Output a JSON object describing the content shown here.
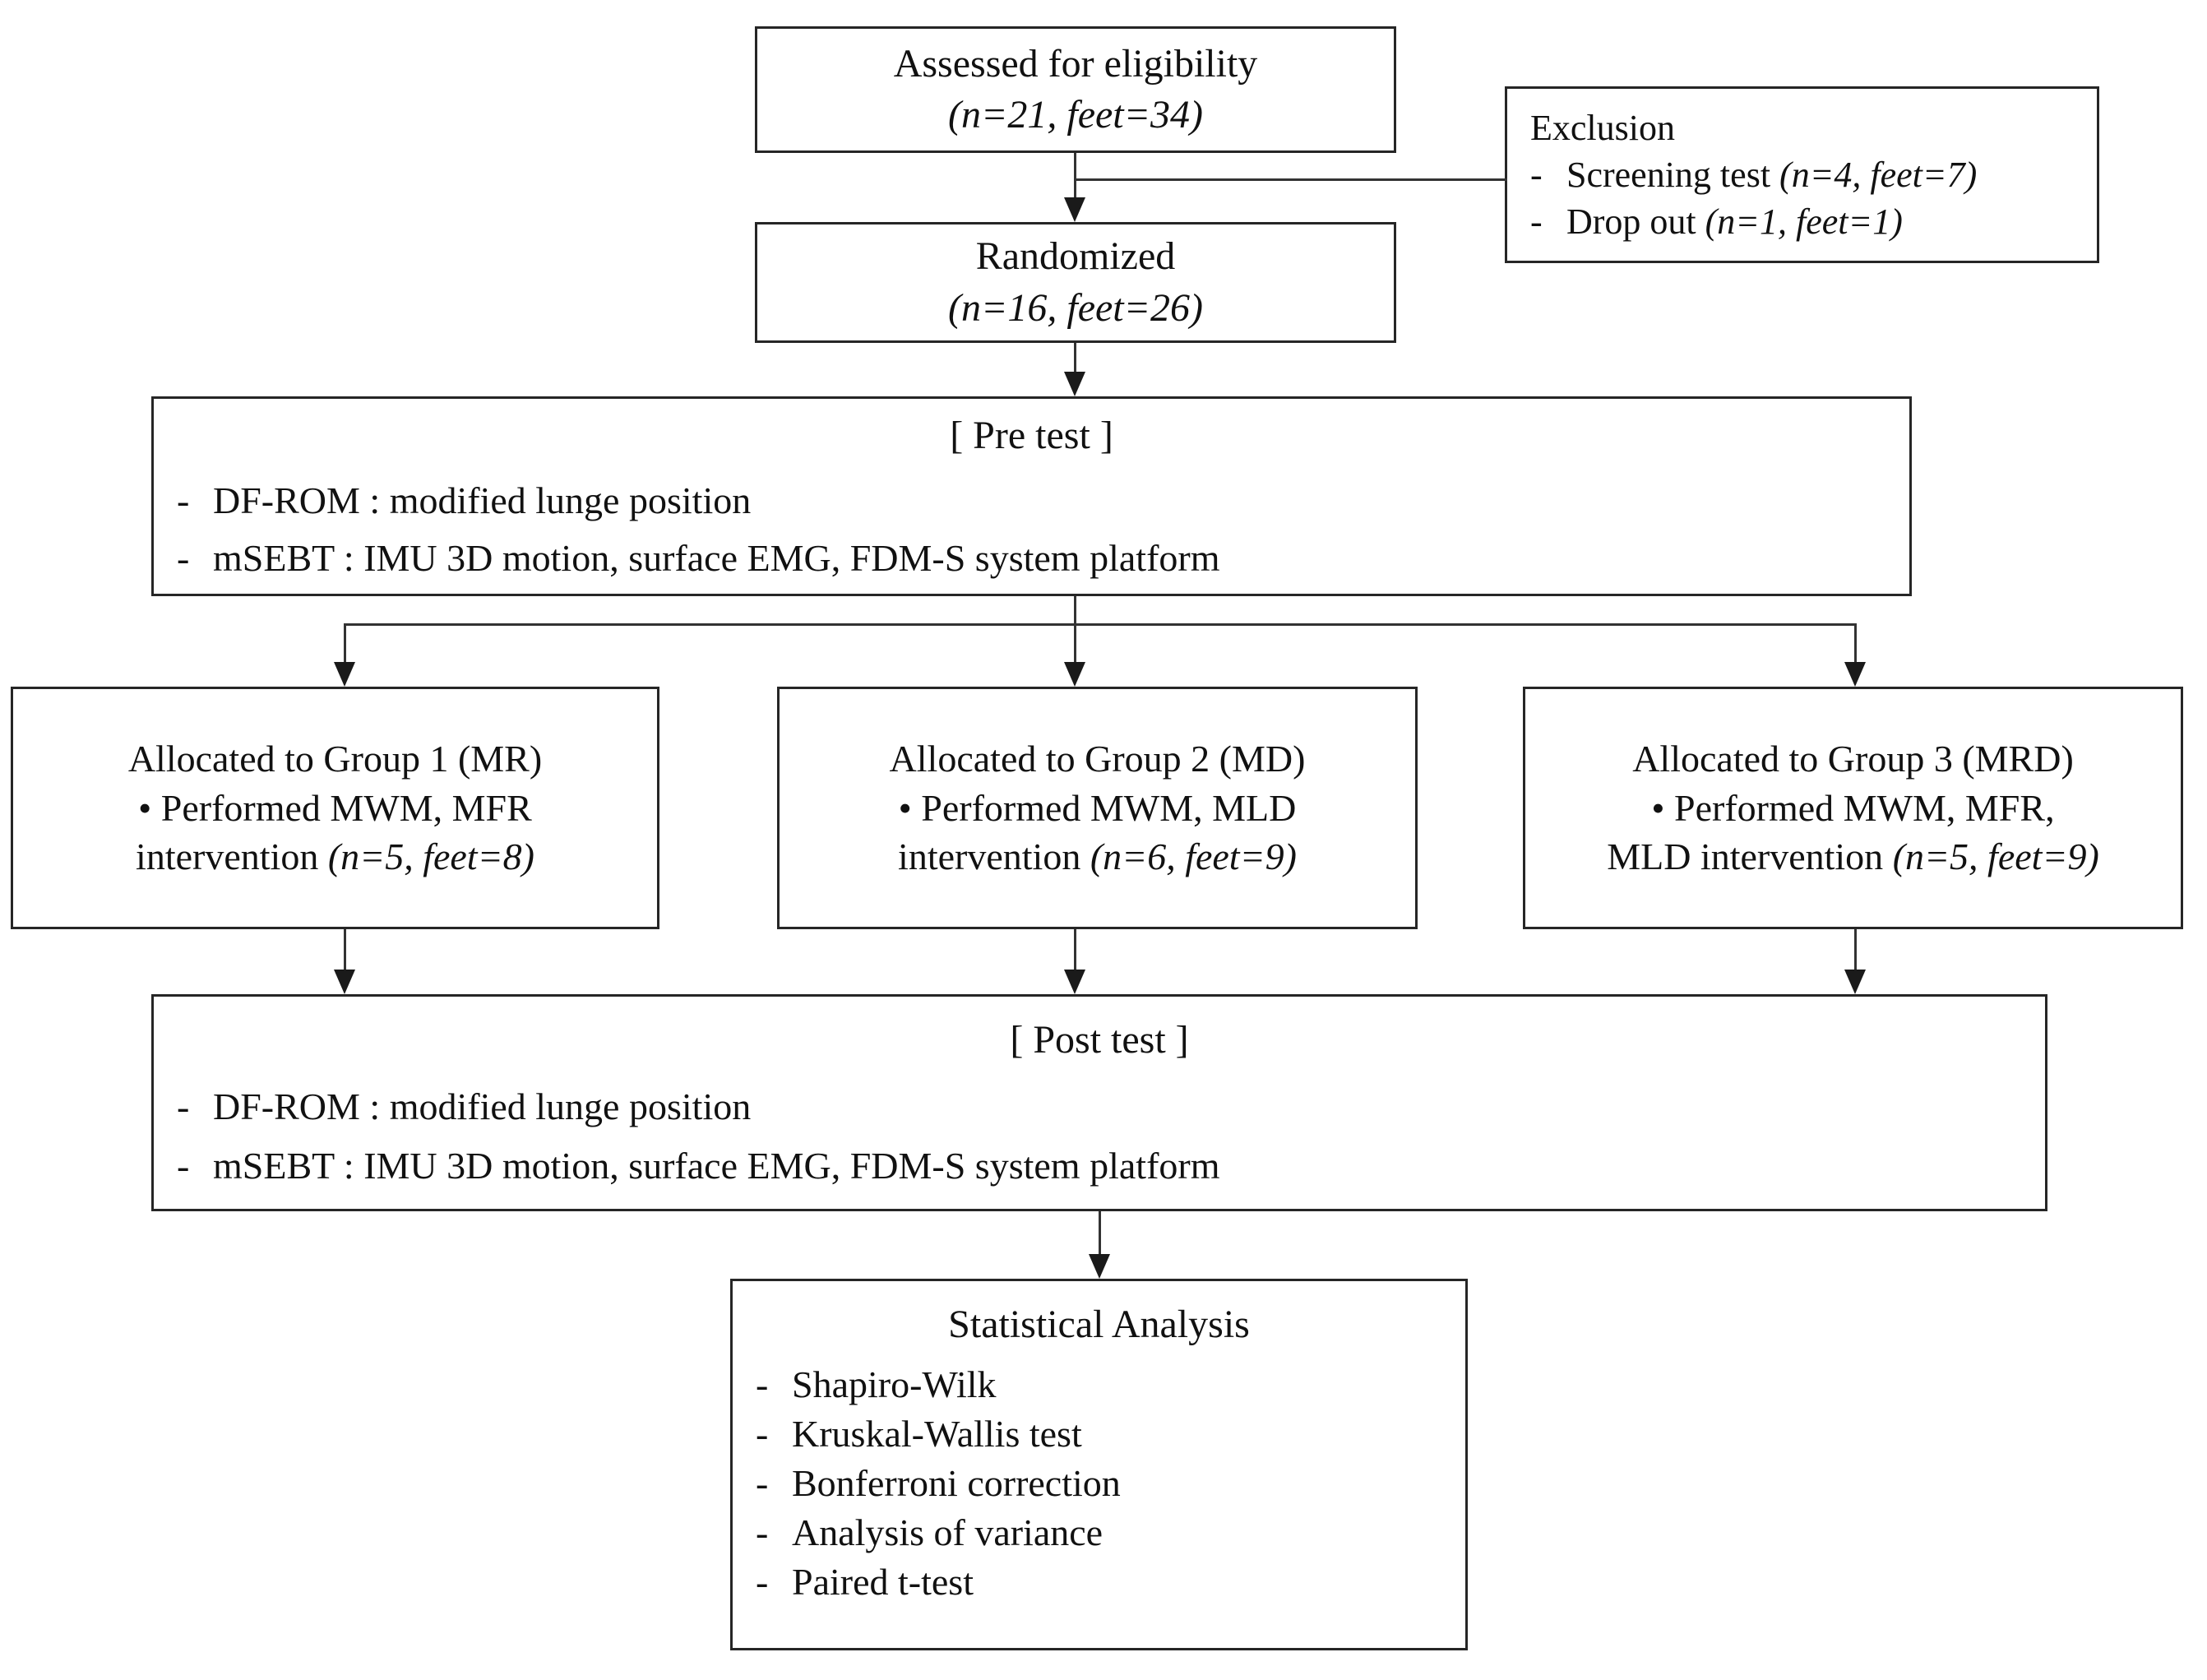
{
  "diagram": {
    "type": "study-flow-chart",
    "nodes": {
      "assessed": {
        "title": "Assessed for eligibility",
        "counts": "(n=21, feet=34)"
      },
      "exclusion": {
        "title": "Exclusion",
        "items": [
          {
            "dash": "-",
            "text": "Screening test ",
            "counts": "(n=4, feet=7)"
          },
          {
            "dash": "-",
            "text": "Drop out ",
            "counts": "(n=1, feet=1)"
          }
        ]
      },
      "randomized": {
        "title": "Randomized",
        "counts": "(n=16, feet=26)"
      },
      "pretest": {
        "title": "[ Pre test ]",
        "items": [
          {
            "dash": "-",
            "text": "DF-ROM : modified lunge position"
          },
          {
            "dash": "-",
            "text": "mSEBT : IMU 3D motion, surface EMG, FDM-S system platform"
          }
        ]
      },
      "group1": {
        "title": "Allocated to Group 1 (MR)",
        "line2": "• Performed MWM, MFR",
        "line3": "intervention ",
        "counts": "(n=5, feet=8)"
      },
      "group2": {
        "title": "Allocated to Group 2 (MD)",
        "line2": "• Performed MWM, MLD",
        "line3": "intervention ",
        "counts": "(n=6, feet=9)"
      },
      "group3": {
        "title": "Allocated to Group 3 (MRD)",
        "line2": "• Performed MWM, MFR,",
        "line3": "MLD intervention ",
        "counts": "(n=5, feet=9)"
      },
      "posttest": {
        "title": "[ Post test ]",
        "items": [
          {
            "dash": "-",
            "text": "DF-ROM : modified lunge position"
          },
          {
            "dash": "-",
            "text": "mSEBT : IMU 3D motion, surface EMG, FDM-S system platform"
          }
        ]
      },
      "statistics": {
        "title": "Statistical Analysis",
        "items": [
          {
            "dash": "-",
            "text": "Shapiro-Wilk"
          },
          {
            "dash": "-",
            "text": "Kruskal-Wallis test"
          },
          {
            "dash": "-",
            "text": "Bonferroni correction"
          },
          {
            "dash": "-",
            "text": "Analysis of variance"
          },
          {
            "dash": "-",
            "text": "Paired t-test"
          }
        ]
      }
    },
    "colors": {
      "border": "#262626",
      "connector": "#333333",
      "text": "#111111",
      "background": "#ffffff"
    }
  }
}
